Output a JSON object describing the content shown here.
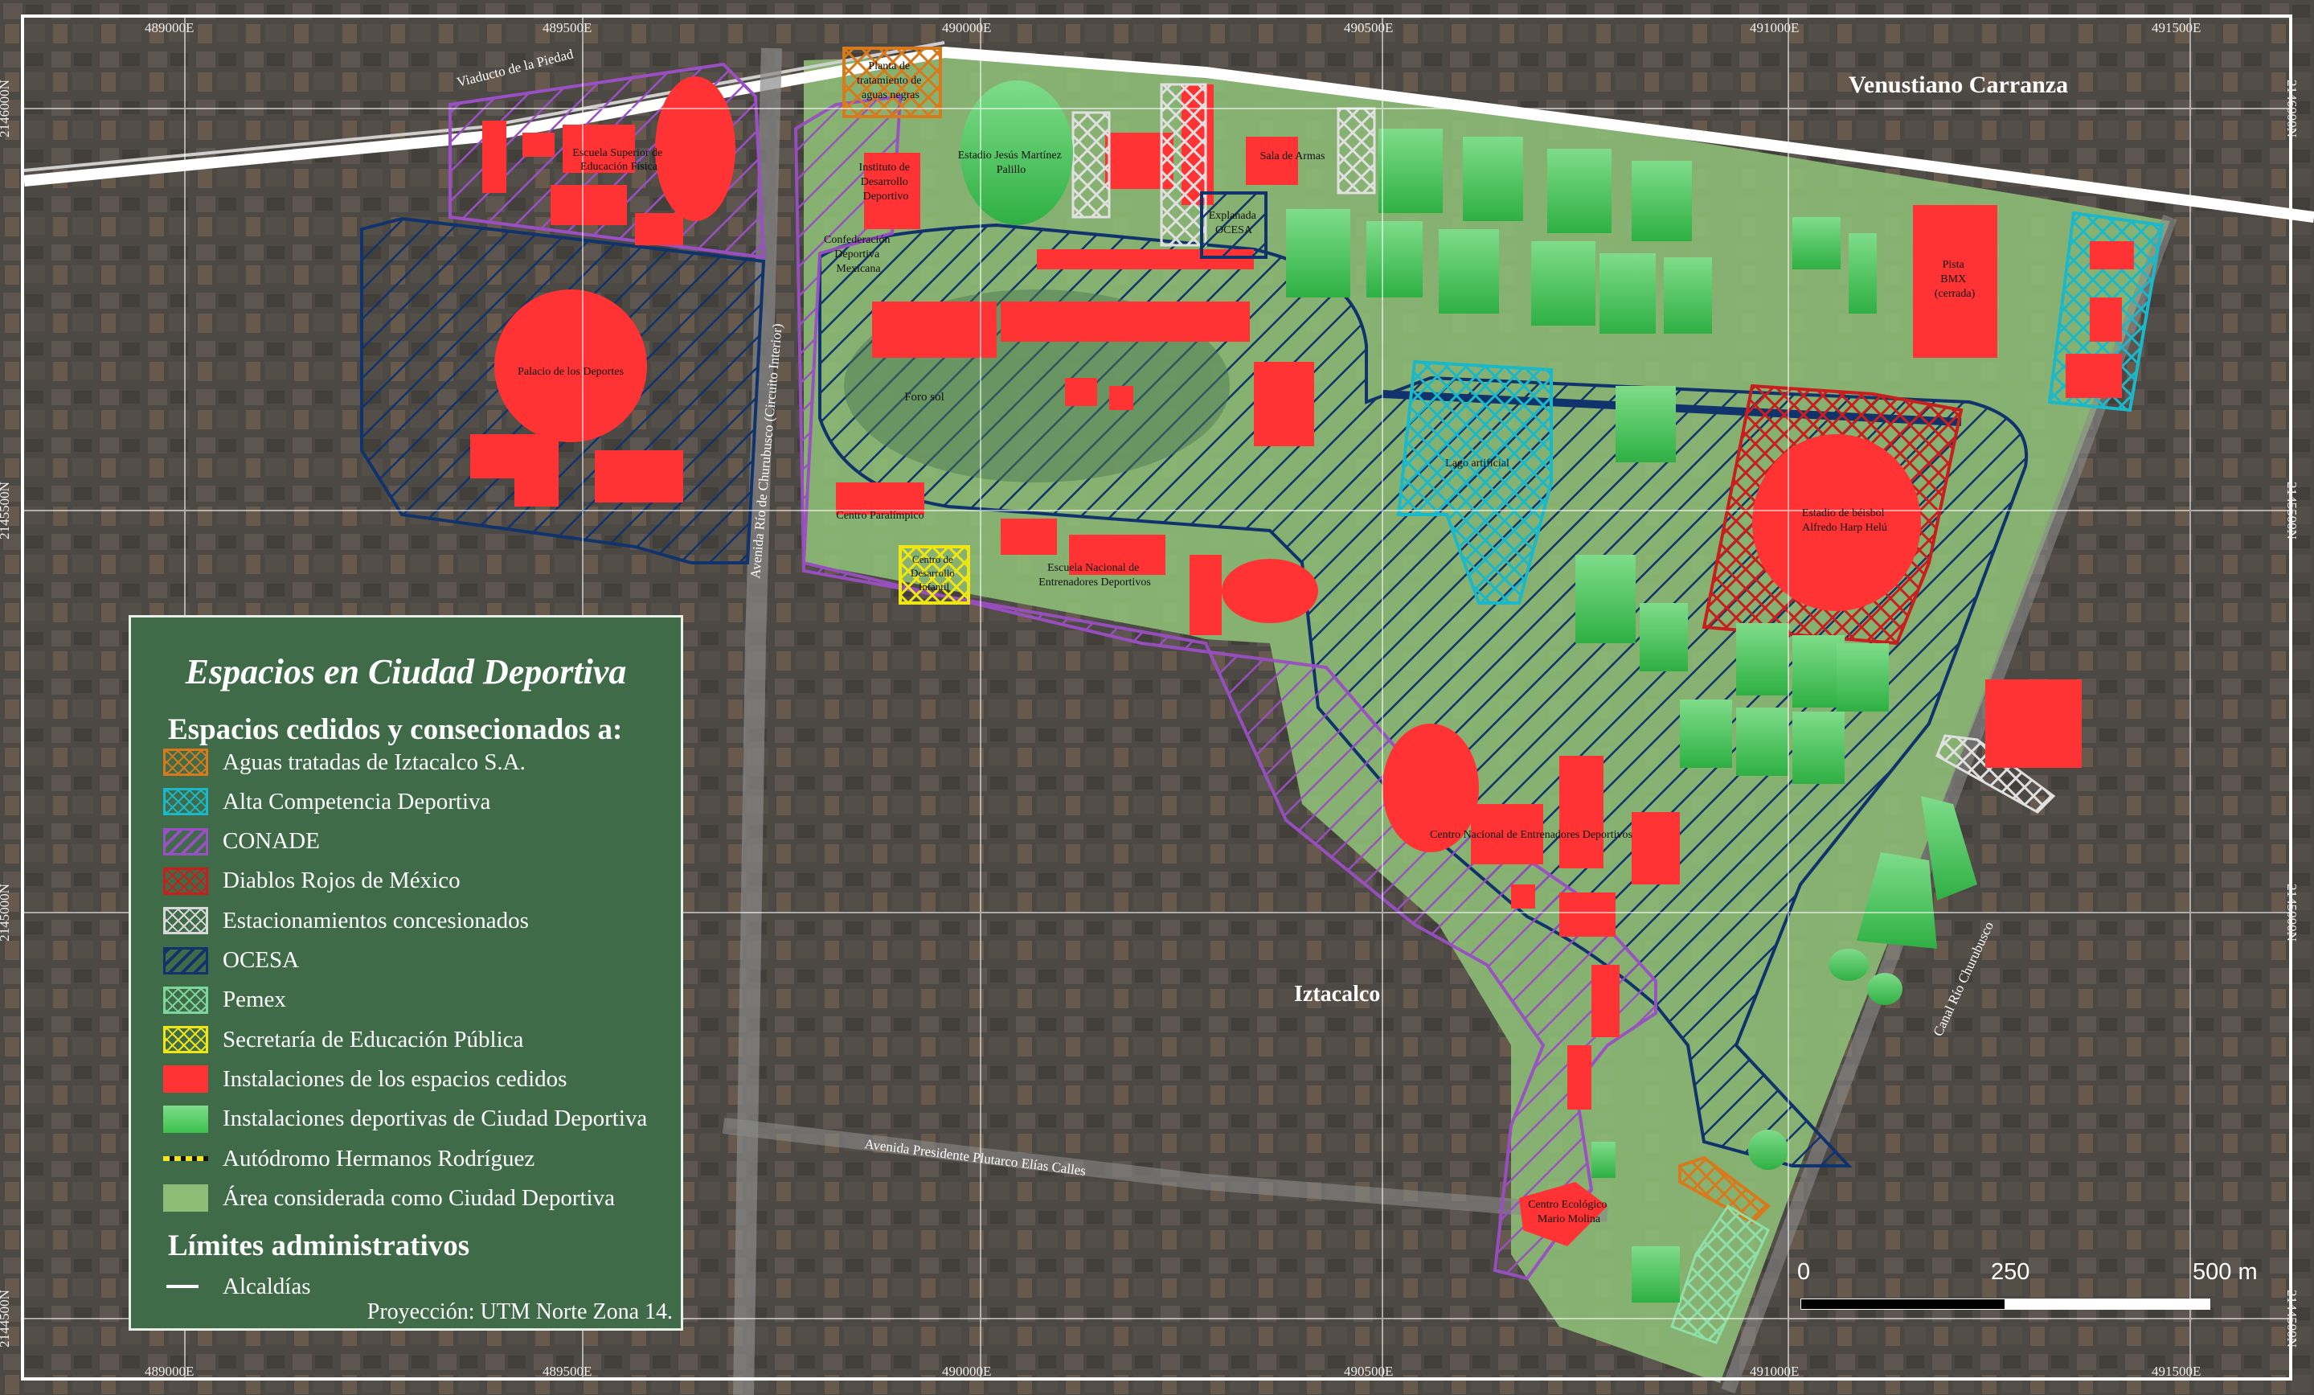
{
  "legend": {
    "title": "Espacios en Ciudad Deportiva",
    "subtitle": "Espacios cedidos y consecionados a:",
    "items": [
      {
        "label": "Aguas tratadas de Iztacalco S.A.",
        "color": "#d77a1c",
        "type": "hatch-cross"
      },
      {
        "label": "Alta Competencia Deportiva",
        "color": "#1ab8c9",
        "type": "hatch-cross"
      },
      {
        "label": "CONADE",
        "color": "#9b4fc4",
        "type": "hatch-diag"
      },
      {
        "label": "Diablos Rojos de México",
        "color": "#c81e1e",
        "type": "hatch-cross"
      },
      {
        "label": "Estacionamientos concesionados",
        "color": "#d8d8d8",
        "type": "hatch-cross"
      },
      {
        "label": "OCESA",
        "color": "#10336b",
        "type": "hatch-diag"
      },
      {
        "label": "Pemex",
        "color": "#7fd69a",
        "type": "hatch-cross"
      },
      {
        "label": "Secretaría de Educación Pública",
        "color": "#f0e614",
        "type": "hatch-cross"
      },
      {
        "label": "Instalaciones de los espacios cedidos",
        "color": "#ff3333",
        "type": "fill"
      },
      {
        "label": "Instalaciones deportivas de Ciudad Deportiva",
        "color": "#3ec24e",
        "type": "gradient"
      },
      {
        "label": "Autódromo Hermanos Rodríguez",
        "color": "#f5e617",
        "type": "dashed"
      },
      {
        "label": "Área considerada como Ciudad Deportiva",
        "color": "#8dbd77",
        "type": "fill"
      }
    ],
    "admin_title": "Límites administrativos",
    "admin_item": "Alcaldías",
    "projection": "Proyección: UTM Norte Zona 14."
  },
  "places": {
    "venustiano": "Venustiano Carranza",
    "iztacalco": "Iztacalco",
    "viaducto": "Viaducto de la Piedad",
    "churubusco": "Avenida Río de Churubusco (Circuito Interior)",
    "plutarco": "Avenida Presidente Plutarco Elías Calles",
    "canal": "Canal Río Churubusco",
    "planta": [
      "Planta de",
      "tratamiento de",
      "aguas negras"
    ],
    "esef": [
      "Escuela Superior de",
      "Educación Física"
    ],
    "instituto": [
      "Instituto de",
      "Desarrollo",
      "Deportivo"
    ],
    "estadio_jm": [
      "Estadio Jesús Martínez",
      "Palillo"
    ],
    "sala_armas": "Sala de Armas",
    "explanada": [
      "Explanada",
      "OCESA"
    ],
    "confederacion": [
      "Confederación",
      "Deportiva",
      "Mexicana"
    ],
    "palacio": "Palacio de los Deportes",
    "foro_sol": "Foro sol",
    "centro_para": "Centro Paralímpico",
    "centro_infantil": [
      "Centro de",
      "Desarrollo",
      "Infantil"
    ],
    "escuela_nac": [
      "Escuela Nacional de",
      "Entrenadores Deportivos"
    ],
    "lago": "Lago artificial",
    "beisbol": [
      "Estadio de béisbol",
      "Alfredo Harp Helú"
    ],
    "pista_bmx": [
      "Pista",
      "BMX",
      "(cerrada)"
    ],
    "cne": "Centro Nacional de Entrenadores Deportivos",
    "ecologico": [
      "Centro Ecológico",
      "Mario Molina"
    ]
  },
  "grid": {
    "east": [
      "489000E",
      "489500E",
      "490000E",
      "490500E",
      "491000E",
      "491500E"
    ],
    "north": [
      "2146000N",
      "2145500N",
      "2145000N",
      "2144500N"
    ]
  },
  "scale": {
    "labels": [
      "0",
      "250",
      "500 m"
    ]
  }
}
